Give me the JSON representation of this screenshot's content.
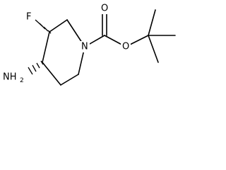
{
  "molecule": {
    "atoms": {
      "fluorine": "F",
      "ring_nitrogen": "N",
      "amine_label": "NH",
      "amine_subscript": "2",
      "carbonyl_oxygen": "O",
      "ester_oxygen": "O"
    }
  }
}
